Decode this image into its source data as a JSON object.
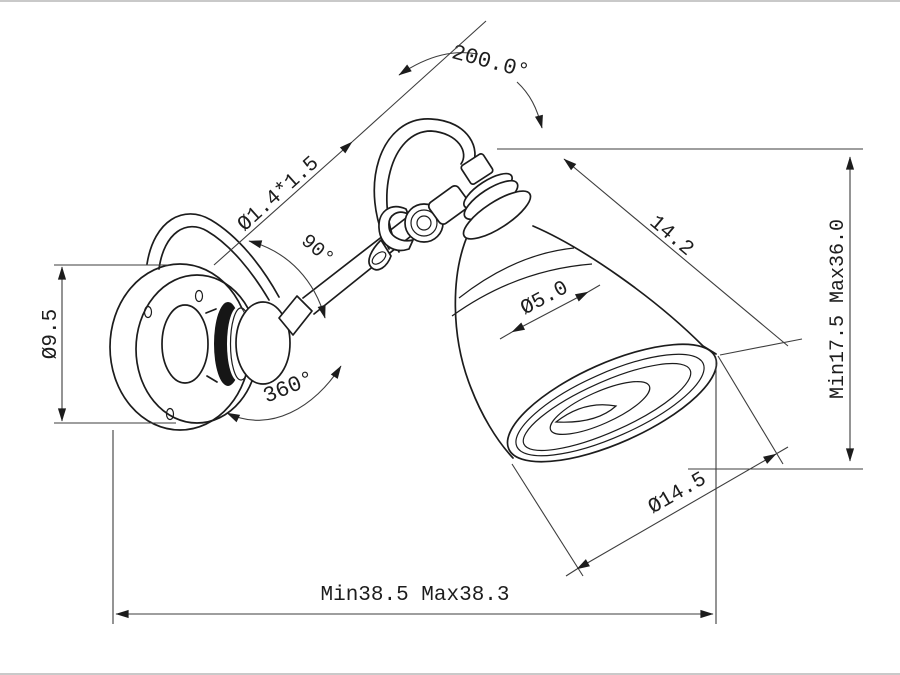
{
  "drawing": {
    "title": "wall-lamp-dimension-drawing",
    "line_color": "#1c1c1c",
    "dimension_line_color": "#3d3d3d",
    "dimensions": {
      "rotation_arc": "200.0°",
      "cable_size": "Ø1.4*1.5",
      "tilt_angle": "90°",
      "base_diameter": "Ø9.5",
      "swivel_angle": "360°",
      "neck_diameter": "Ø5.0",
      "shade_length": "14.2",
      "height_range": "Min17.5 Max36.0",
      "shade_diameter": "Ø14.5",
      "width_range": "Min38.5 Max38.3"
    }
  }
}
